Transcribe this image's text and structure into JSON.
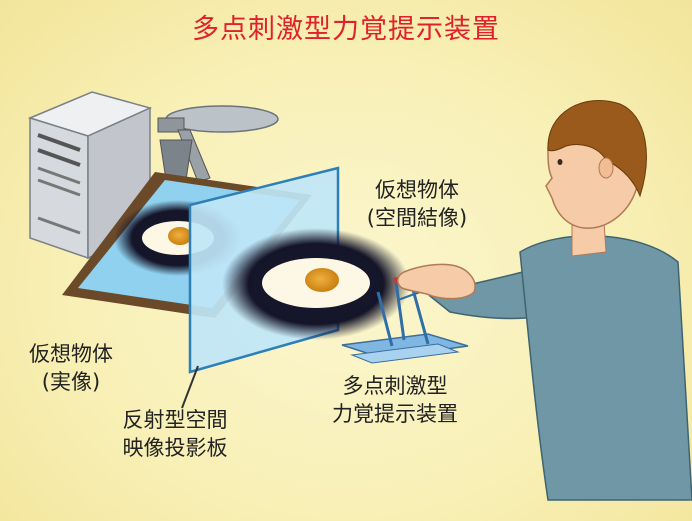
{
  "title": "多点刺激型力覚提示装置",
  "labels": {
    "virtual_aerial": [
      "仮想物体",
      "(空間結像)"
    ],
    "virtual_real": [
      "仮想物体",
      "(実像)"
    ],
    "plate": [
      "反射型空間",
      "映像投影板"
    ],
    "device": [
      "多点刺激型",
      "力覚提示装置"
    ]
  },
  "colors": {
    "background": "#f8f0b6",
    "title": "#e0202a",
    "plate": "#bfe6f7",
    "sleeve": "#6f97a6"
  }
}
